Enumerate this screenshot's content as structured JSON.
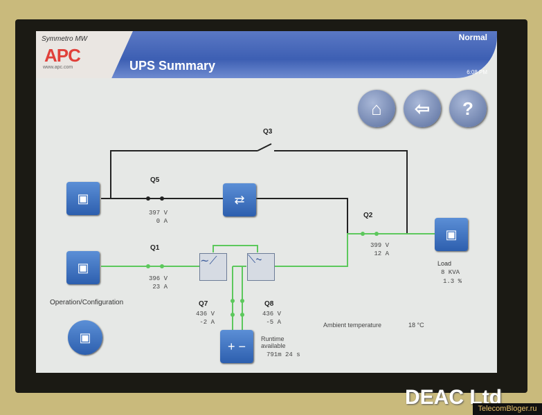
{
  "header": {
    "product": "Symmetro MW",
    "brand": "APC",
    "url": "www.apc.com",
    "title": "UPS Summary",
    "status": "Normal",
    "time": "6:08 PM"
  },
  "nav": {
    "home": "home-icon",
    "back": "back-arrow-icon",
    "help": "?"
  },
  "breakers": {
    "q3": "Q3",
    "q5": "Q5",
    "q1": "Q1",
    "q2": "Q2",
    "q7": "Q7",
    "q8": "Q8"
  },
  "readings": {
    "bypass_v": "397 V",
    "bypass_a": "0 A",
    "input_v": "396 V",
    "input_a": "23 A",
    "output_v": "399 V",
    "output_a": "12 A",
    "q7_v": "436 V",
    "q7_a": "-2 A",
    "q8_v": "436 V",
    "q8_a": "-5 A"
  },
  "load": {
    "label": "Load",
    "kva": "8 KVA",
    "pct": "1.3 %"
  },
  "battery": {
    "label1": "Runtime",
    "label2": "available",
    "runtime": "791m 24 s"
  },
  "ambient": {
    "label": "Ambient temperature",
    "value": "18 °C"
  },
  "opconf": "Operation/Configuration",
  "watermark": {
    "main": "DEAC Ltd",
    "site": "TelecomBloger.ru"
  },
  "colors": {
    "live": "#5cc85c",
    "dead": "#222222"
  }
}
